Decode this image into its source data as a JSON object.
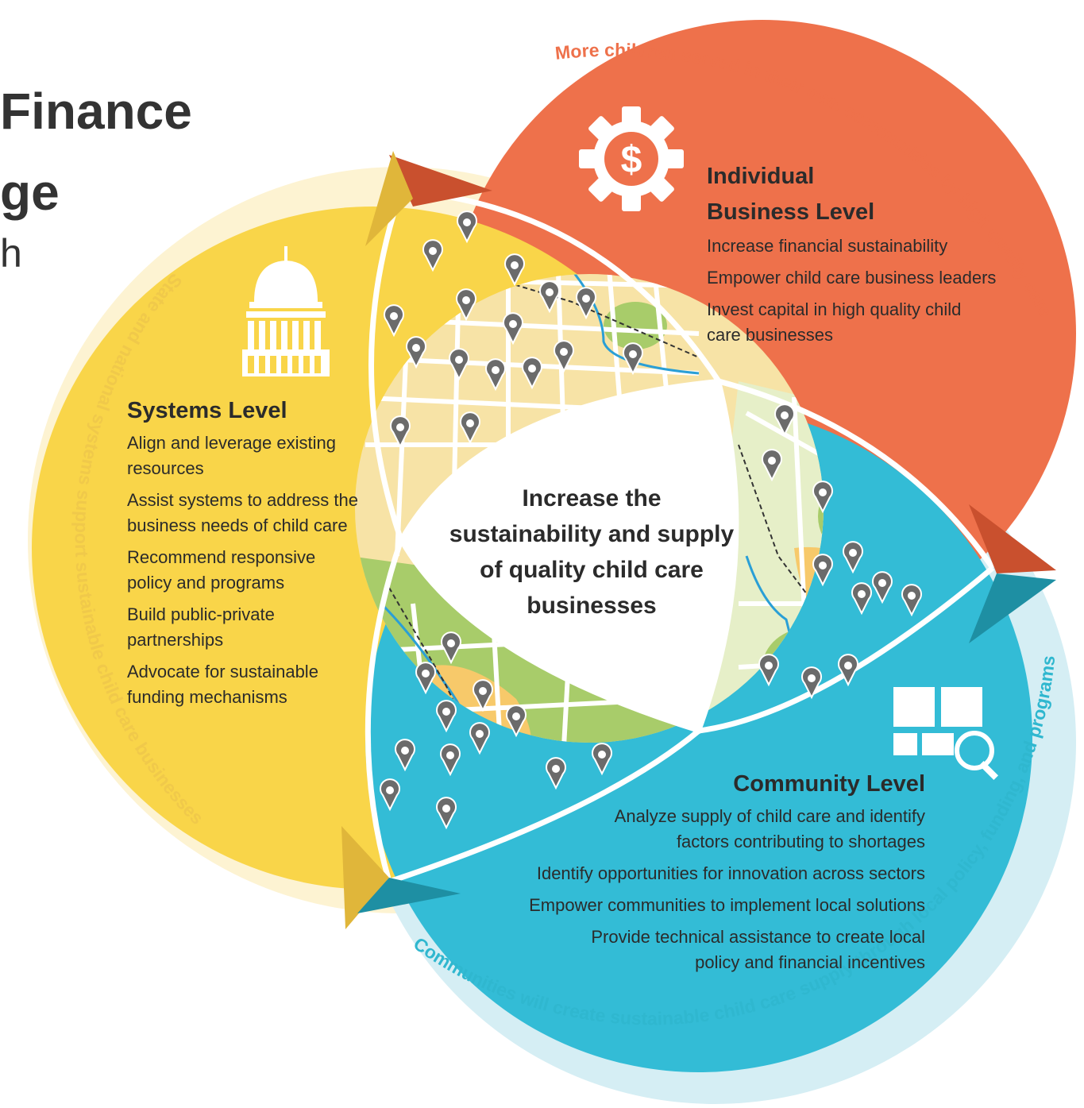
{
  "header": {
    "title_line1": "Finance",
    "title_line2": "ge",
    "title_line3": "h"
  },
  "center": {
    "text": "Increase the sustainability and supply of quality child care businesses"
  },
  "levels": {
    "business": {
      "title_line1": "Individual",
      "title_line2": "Business Level",
      "items": [
        "Increase financial sustainability",
        "Empower child care business leaders",
        "Invest capital in high quality child care businesses"
      ],
      "ring_text": "More children served in their own communities by high quality care",
      "icon": "gear-dollar-icon"
    },
    "systems": {
      "title": "Systems Level",
      "items": [
        "Align and leverage existing resources",
        "Assist systems to address the business needs of child care",
        "Recommend responsive policy and programs",
        "Build public-private partnerships",
        "Advocate for sustainable funding mechanisms"
      ],
      "ring_text": "State and national systems support sustainable child care businesses",
      "icon": "capitol-building-icon"
    },
    "community": {
      "title": "Community Level",
      "items": [
        "Analyze supply of child care and identify factors contributing to shortages",
        "Identify opportunities for innovation across sectors",
        "Empower communities to implement local solutions",
        "Provide technical assistance to create local policy and financial incentives"
      ],
      "ring_text": "Communities will create sustainable child care supply through local policy, funding, and programs",
      "icon": "map-search-icon"
    }
  },
  "colors": {
    "orange": "#ee714b",
    "orange_ring": "#fbe0d6",
    "orange_text": "#ee714b",
    "yellow": "#f9d549",
    "yellow_ring": "#fdf3d2",
    "yellow_text": "#f0c94a",
    "blue": "#33bcd6",
    "blue_ring": "#d5eef4",
    "blue_text": "#2fb7cf",
    "map_bg": "#f7d98a",
    "park": "#a8cc6a",
    "water": "#2a9fd6"
  }
}
